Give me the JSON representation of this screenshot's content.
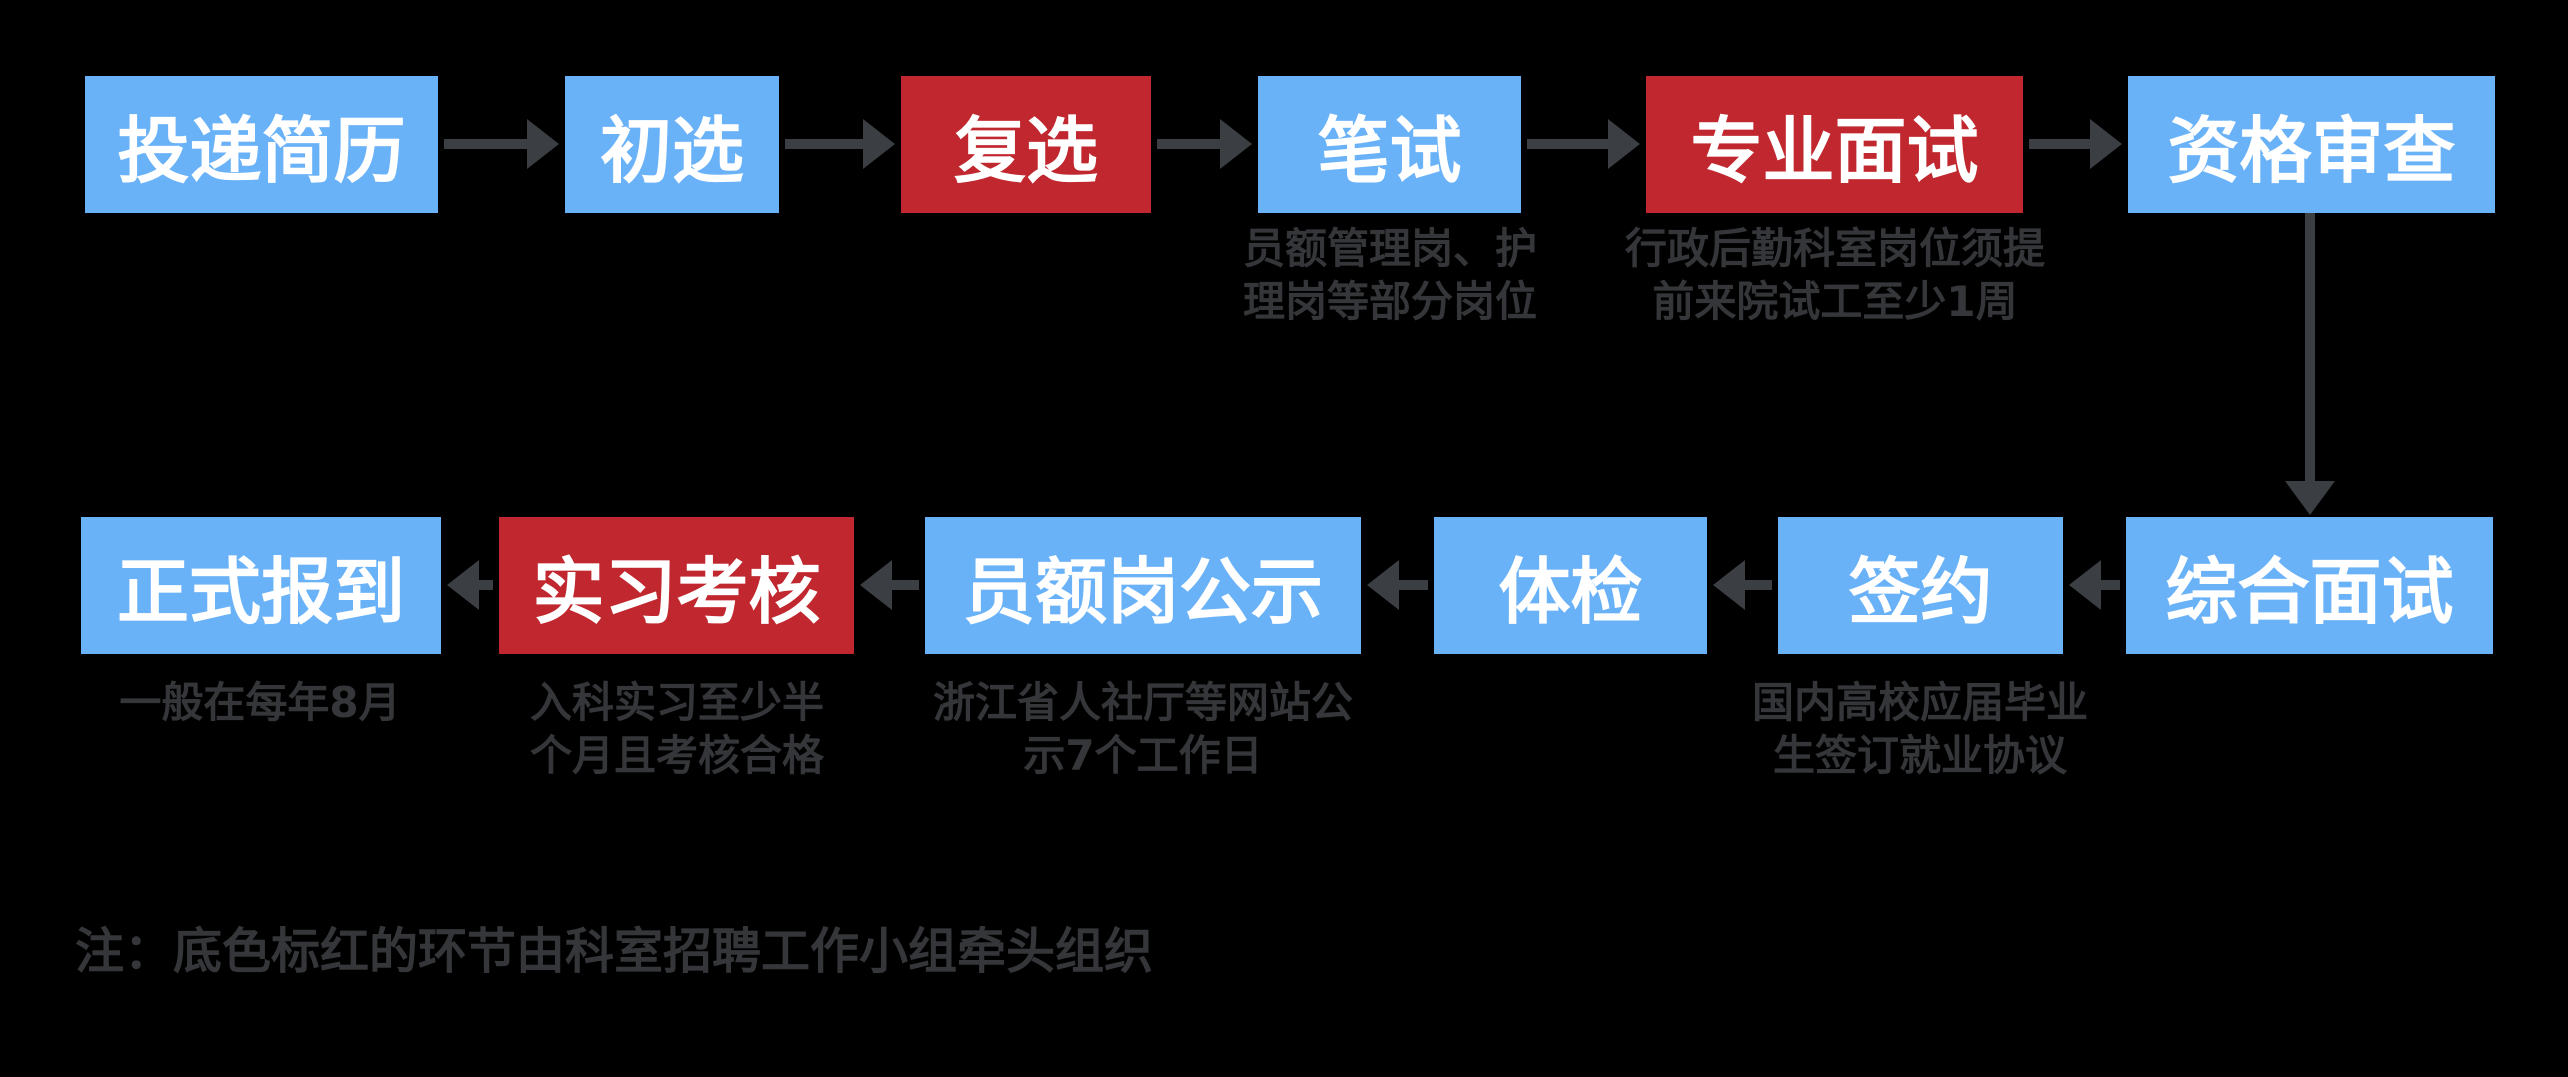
{
  "colors": {
    "background": "#000000",
    "box_blue": "#6ab2f8",
    "box_red": "#c0272e",
    "label_text": "#ffffff",
    "note_text": "#343639",
    "arrow": "#3b3e43"
  },
  "flow": {
    "title_hint": "recruitment-process-flowchart",
    "steps": [
      {
        "label": "投递简历",
        "type": "blue",
        "note": ""
      },
      {
        "label": "初选",
        "type": "blue",
        "note": ""
      },
      {
        "label": "复选",
        "type": "red",
        "note": ""
      },
      {
        "label": "笔试",
        "type": "blue",
        "note": "员额管理岗、护\n理岗等部分岗位"
      },
      {
        "label": "专业面试",
        "type": "red",
        "note": "行政后勤科室岗位须提\n前来院试工至少1周"
      },
      {
        "label": "资格审查",
        "type": "blue",
        "note": ""
      },
      {
        "label": "综合面试",
        "type": "blue",
        "note": ""
      },
      {
        "label": "签约",
        "type": "blue",
        "note": "国内高校应届毕业\n生签订就业协议"
      },
      {
        "label": "体检",
        "type": "blue",
        "note": ""
      },
      {
        "label": "员额岗公示",
        "type": "blue",
        "note": "浙江省人社厅等网站公\n示7个工作日"
      },
      {
        "label": "实习考核",
        "type": "red",
        "note": "入科实习至少半\n个月且考核合格"
      },
      {
        "label": "正式报到",
        "type": "blue",
        "note": "一般在每年8月"
      }
    ],
    "footnote": "注：底色标红的环节由科室招聘工作小组牵头组织"
  }
}
